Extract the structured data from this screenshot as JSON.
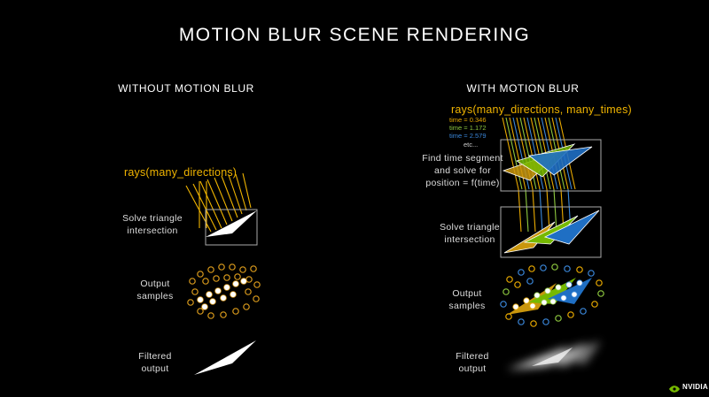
{
  "title": "MOTION BLUR SCENE RENDERING",
  "left": {
    "heading": "WITHOUT MOTION BLUR",
    "rays_label": "rays(many_directions)",
    "steps": {
      "solve": "Solve triangle\nintersection",
      "samples": "Output\nsamples",
      "filtered": "Filtered\noutput"
    }
  },
  "right": {
    "heading": "WITH MOTION BLUR",
    "rays_label": "rays(many_directions, many_times)",
    "times": [
      {
        "label": "time = 0.346",
        "color": "#e7a800"
      },
      {
        "label": "time = 1.172",
        "color": "#8cc63e"
      },
      {
        "label": "time = 2.579",
        "color": "#3a86d8"
      }
    ],
    "etc": "etc...",
    "steps": {
      "find": "Find time segment\nand solve for\nposition = f(time)",
      "solve": "Solve triangle\nintersection",
      "samples": "Output\nsamples",
      "filtered": "Filtered\noutput"
    }
  },
  "logo": "NVIDIA",
  "colors": {
    "gold": "#f0b400",
    "green": "#76b900",
    "blue": "#1f6fc4",
    "ochre": "#c9960d"
  }
}
